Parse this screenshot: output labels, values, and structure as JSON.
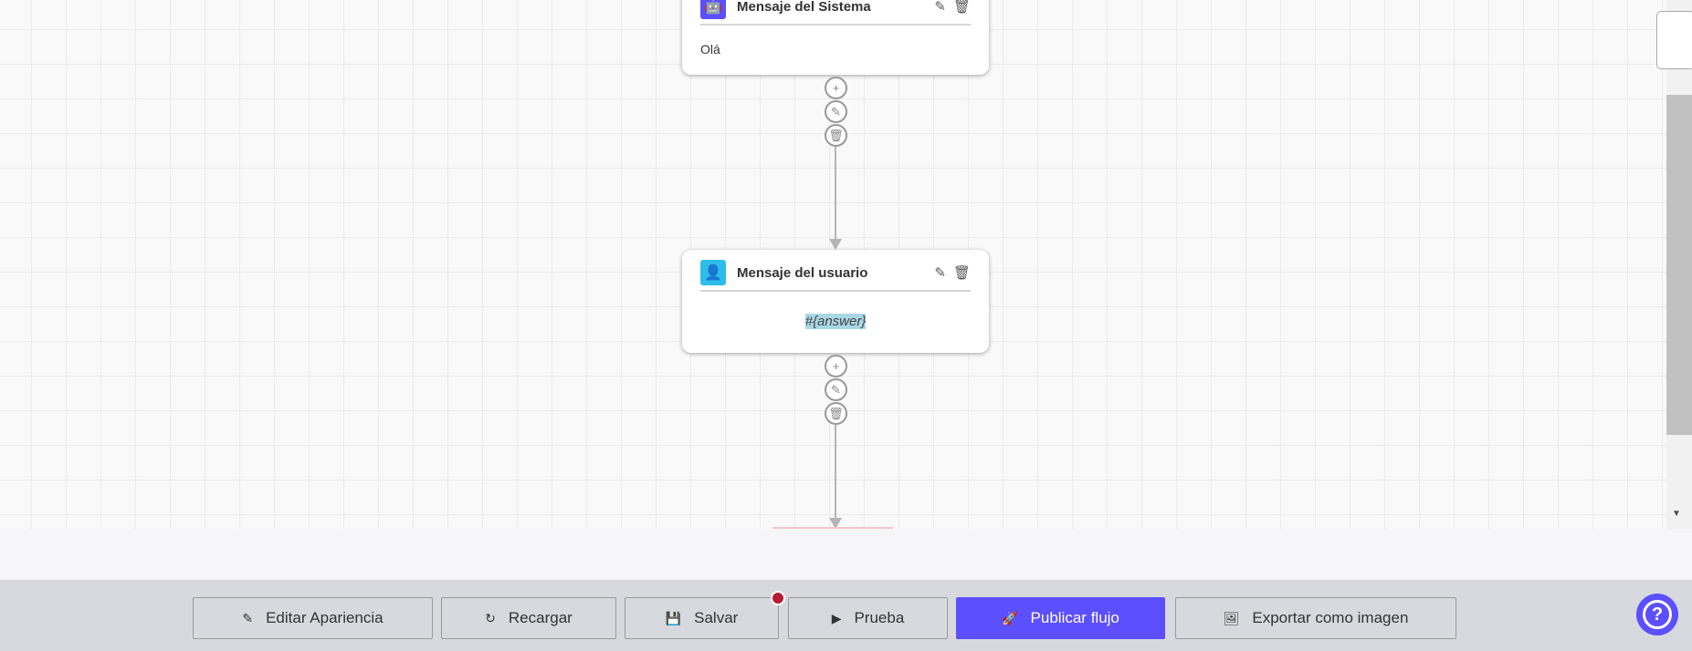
{
  "nodes": [
    {
      "type": "system",
      "title": "Mensaje del Sistema",
      "content": "Olá",
      "icon": "robot-icon",
      "color": "#5b4ffe"
    },
    {
      "type": "user",
      "title": "Mensaje del usuario",
      "content": "#{answer}",
      "icon": "user-icon",
      "color": "#2ebde8"
    }
  ],
  "toolbar": {
    "edit_appearance": "Editar Apariencia",
    "reload": "Recargar",
    "save": "Salvar",
    "test": "Prueba",
    "publish": "Publicar flujo",
    "export": "Exportar como imagen",
    "help": "?"
  },
  "colors": {
    "accent": "#5b4ffe",
    "unsaved_dot": "#b81c34"
  }
}
